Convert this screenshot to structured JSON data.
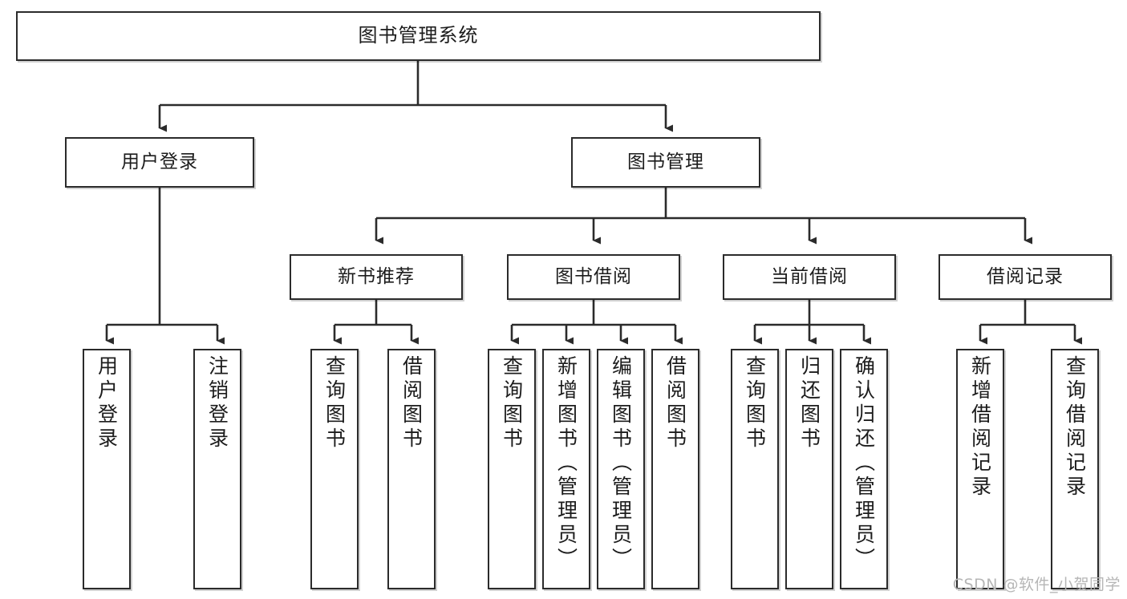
{
  "diagram": {
    "title": "图书管理系统",
    "type": "tree",
    "watermark": "CSDN @软件_小贺同学",
    "colors": {
      "box_border": "#2b2b2b",
      "box_fill": "#ffffff",
      "connector": "#2b2b2b",
      "text": "#1c1c1c",
      "watermark": "#b6b6b6",
      "background": "#ffffff"
    },
    "nodes": {
      "root": {
        "label": "图书管理系统"
      },
      "level2": [
        {
          "label": "用户登录"
        },
        {
          "label": "图书管理"
        }
      ],
      "level3": [
        {
          "label": "新书推荐"
        },
        {
          "label": "图书借阅"
        },
        {
          "label": "当前借阅"
        },
        {
          "label": "借阅记录"
        }
      ],
      "leaves": {
        "user_login": [
          {
            "label": "用户登录"
          },
          {
            "label": "注销登录"
          }
        ],
        "new_book_recommend": [
          {
            "label": "查询图书"
          },
          {
            "label": "借阅图书"
          }
        ],
        "book_borrow": [
          {
            "label": "查询图书"
          },
          {
            "label": "新增图书（管理员）"
          },
          {
            "label": "编辑图书（管理员）"
          },
          {
            "label": "借阅图书"
          }
        ],
        "current_borrow": [
          {
            "label": "查询图书"
          },
          {
            "label": "归还图书"
          },
          {
            "label": "确认归还（管理员）"
          }
        ],
        "borrow_record": [
          {
            "label": "新增借阅记录"
          },
          {
            "label": "查询借阅记录"
          }
        ]
      }
    }
  }
}
